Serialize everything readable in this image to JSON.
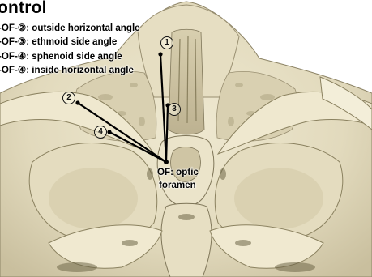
{
  "title": "ontrol",
  "legend": [
    "-OF-②: outside horizontal angle",
    "-OF-③: ethmoid side angle",
    "-OF-④: sphenoid side angle",
    "-OF-④: inside horizontal angle"
  ],
  "markers": {
    "m1": "1",
    "m2": "2",
    "m3": "3",
    "m4": "4"
  },
  "foramen": {
    "line1": "OF: optic",
    "line2": "foramen"
  },
  "colors": {
    "bone": "#e9e2c6",
    "bone_shadow": "#b4aa8a",
    "bone_dark": "#7f7659",
    "line": "#000000"
  }
}
